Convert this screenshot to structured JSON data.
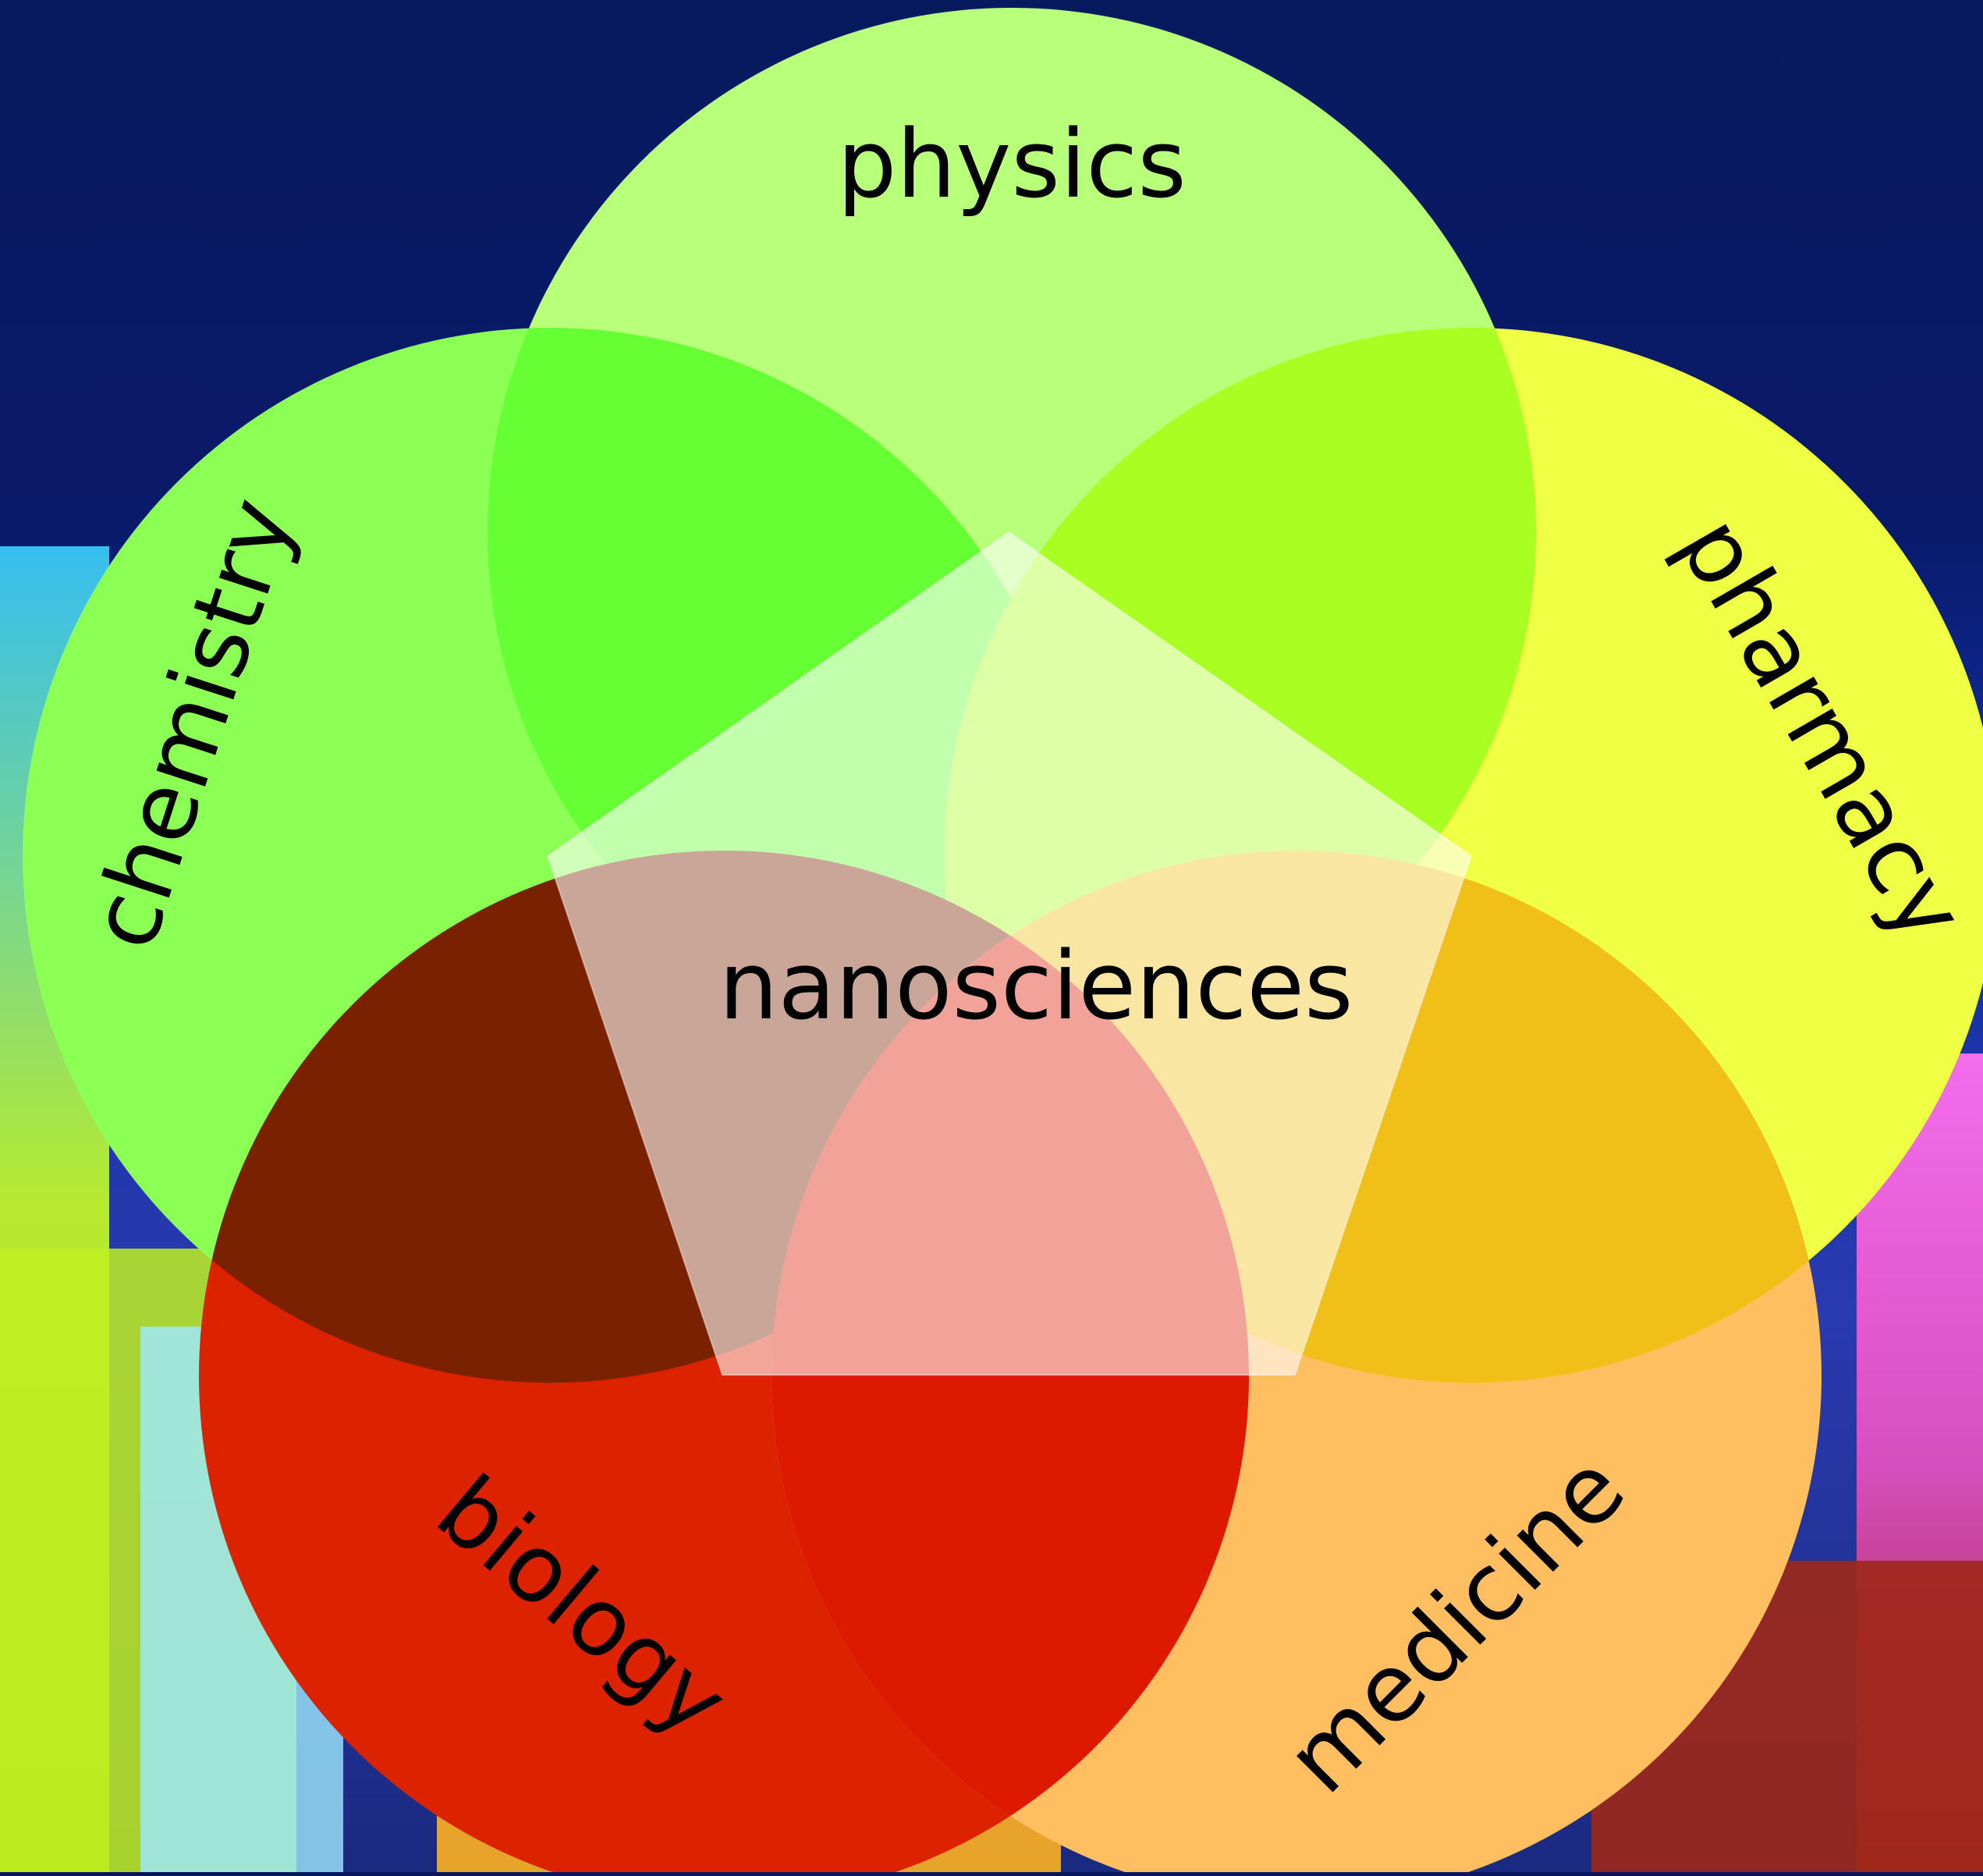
{
  "diagram": {
    "center_label": "nanosciences",
    "disciplines": [
      {
        "id": "physics",
        "label": "physics",
        "color": "#b8ff7a"
      },
      {
        "id": "chemistry",
        "label": "chemistry",
        "color": "#8cff54"
      },
      {
        "id": "pharmacy",
        "label": "pharmacy",
        "color": "#eeff44"
      },
      {
        "id": "biology",
        "label": "biology",
        "color": "#dd2200"
      },
      {
        "id": "medicine",
        "label": "medicine",
        "color": "#ffbe60"
      }
    ],
    "overlap_colors": {
      "physics_chemistry": "#66ff33",
      "physics_pharmacy": "#aaff22",
      "chemistry_biology": "#7a2200",
      "pharmacy_medicine": "#f0c018",
      "biology_medicine": "#dd1a00"
    },
    "center_shape_color": "#ffffff"
  }
}
